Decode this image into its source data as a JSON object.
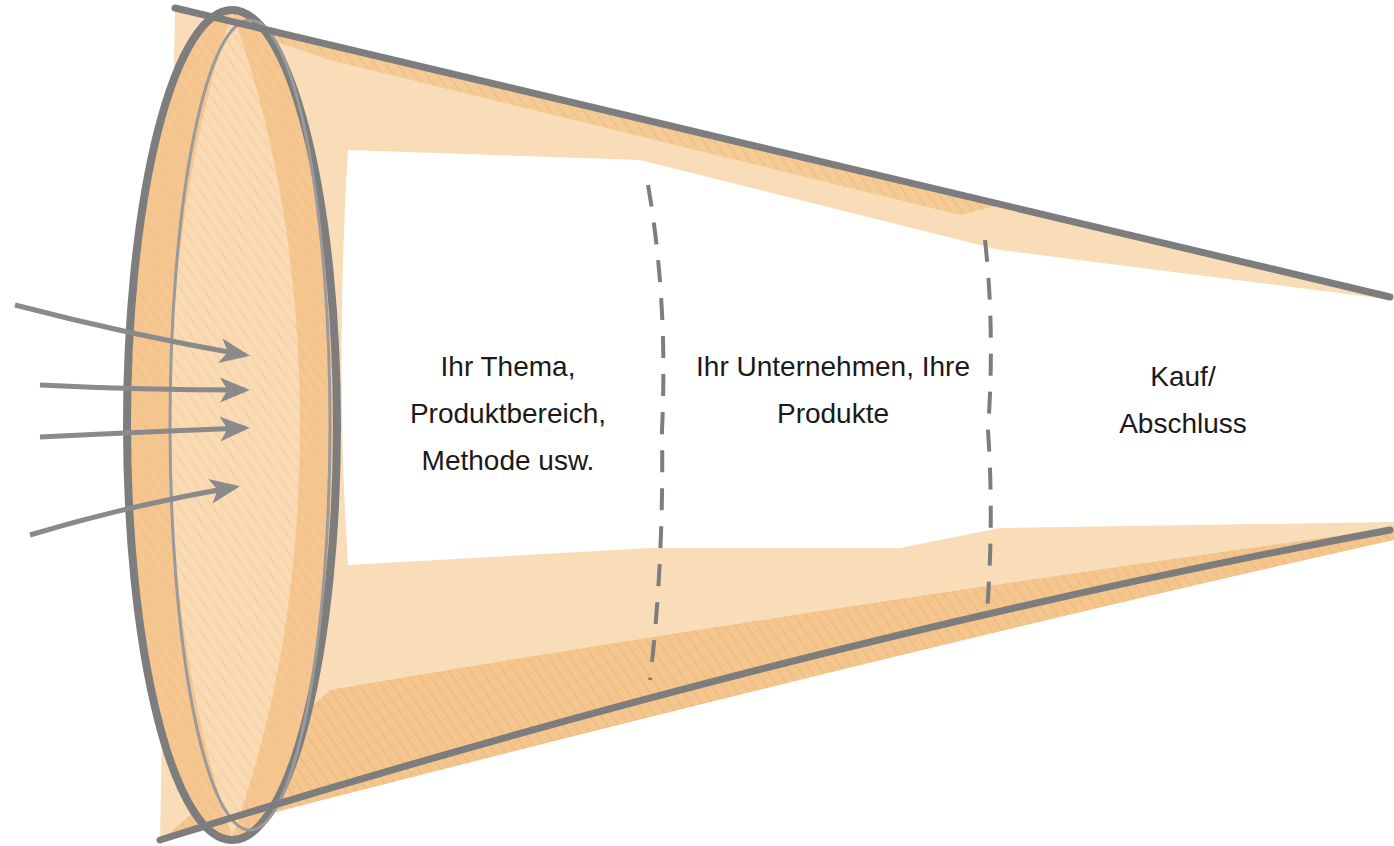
{
  "diagram": {
    "nodes": [
      {
        "text": [
          "Ihr Thema, Produktbereich, Methode usw."
        ]
      },
      {
        "text": [
          "Ihr Unternehmen, Ihre Produkte"
        ]
      },
      {
        "text": [
          "Kauf/ Abschluss"
        ]
      }
    ]
  }
}
